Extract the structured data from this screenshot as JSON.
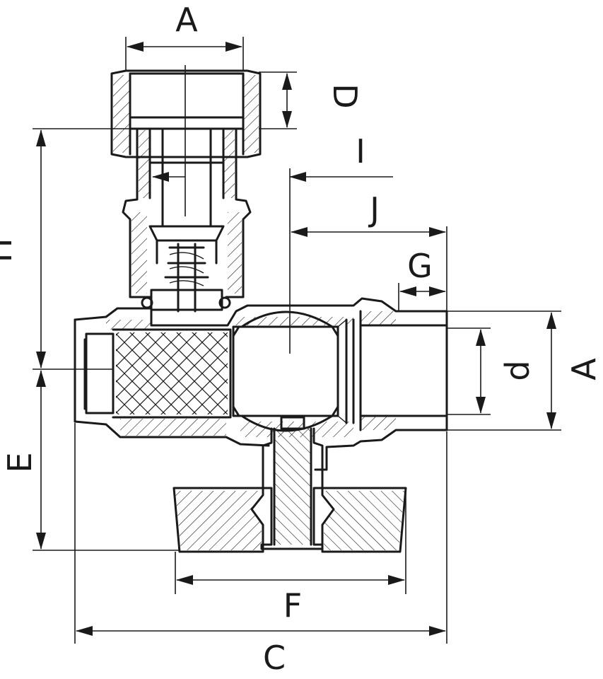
{
  "labels": {
    "A": "A",
    "D": "D",
    "I": "I",
    "H": "H",
    "J": "J",
    "G": "G",
    "d": "d",
    "A_right": "A",
    "E": "E",
    "F": "F",
    "C": "C"
  }
}
